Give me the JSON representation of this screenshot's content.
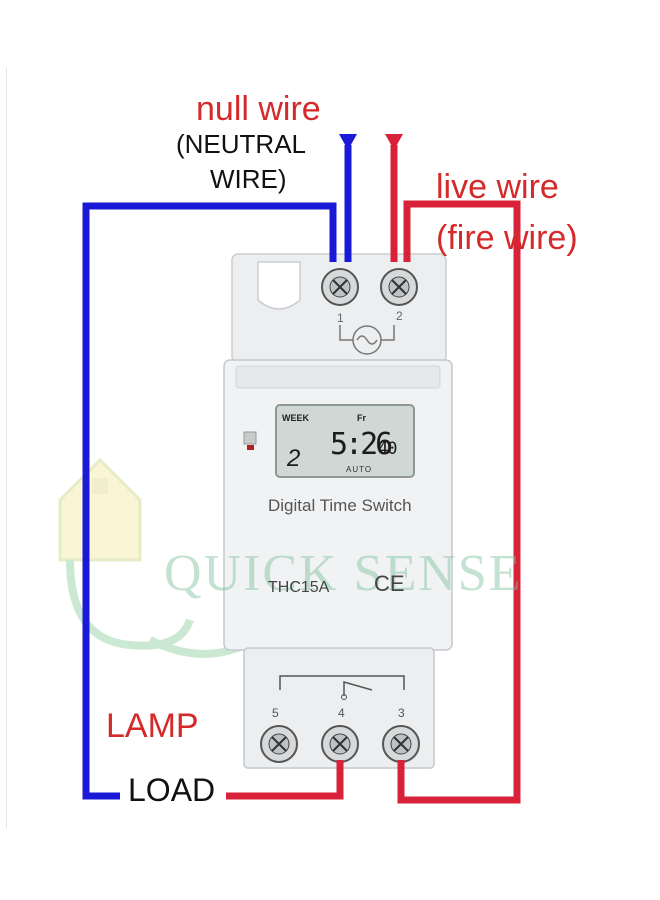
{
  "labels": {
    "null_wire": "null wire",
    "neutral_line1": "(NEUTRAL",
    "neutral_line2": "WIRE)",
    "live_line1": "live wire",
    "live_line2": "(fire wire)",
    "lamp": "LAMP",
    "load": "LOAD"
  },
  "device": {
    "name": "Digital Time Switch",
    "model": "THC15A",
    "certification": "CE",
    "lcd": {
      "week": "WEEK",
      "day": "Fr",
      "time": "5:26",
      "seconds": "40",
      "program": "2",
      "mode": "AUTO"
    },
    "terminals": {
      "t1": "1",
      "t2": "2",
      "t3": "3",
      "t4": "4",
      "t5": "5"
    }
  },
  "watermark": "QUICK SENSE",
  "colors": {
    "neutral_wire": "#1a1ad6",
    "live_wire": "#d8223a",
    "label_red": "#d42a2a",
    "device_body": "#eef0f2"
  }
}
